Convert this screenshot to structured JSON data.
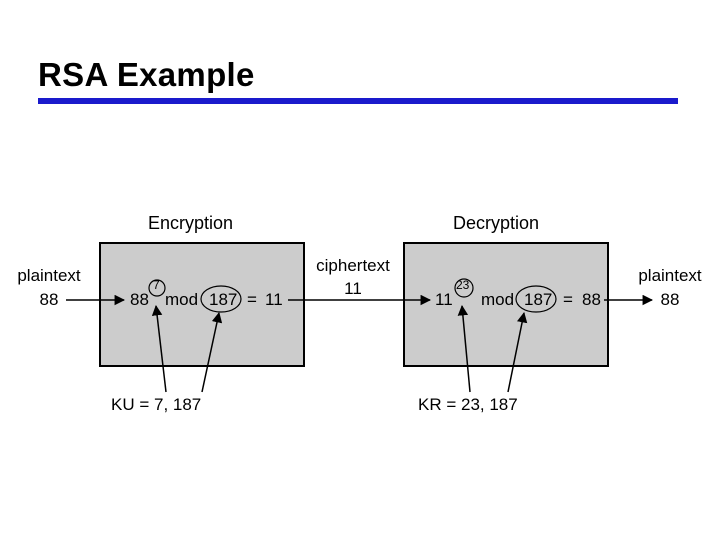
{
  "slide": {
    "title": "RSA Example"
  },
  "encryption": {
    "heading": "Encryption",
    "input_label": "plaintext",
    "input_value": "88",
    "base": "88",
    "exponent": "7",
    "mod_word": "mod",
    "modulus": "187",
    "equals": "=",
    "result": "11",
    "key_label": "KU = 7, 187"
  },
  "middle": {
    "label": "ciphertext",
    "value": "11"
  },
  "decryption": {
    "heading": "Decryption",
    "base": "11",
    "exponent": "23",
    "mod_word": "mod",
    "modulus": "187",
    "equals": "=",
    "result": "88",
    "output_label": "plaintext",
    "output_value": "88",
    "key_label": "KR = 23, 187"
  },
  "colors": {
    "title_rule": "#1a1acc",
    "box_fill": "#cccccc"
  }
}
